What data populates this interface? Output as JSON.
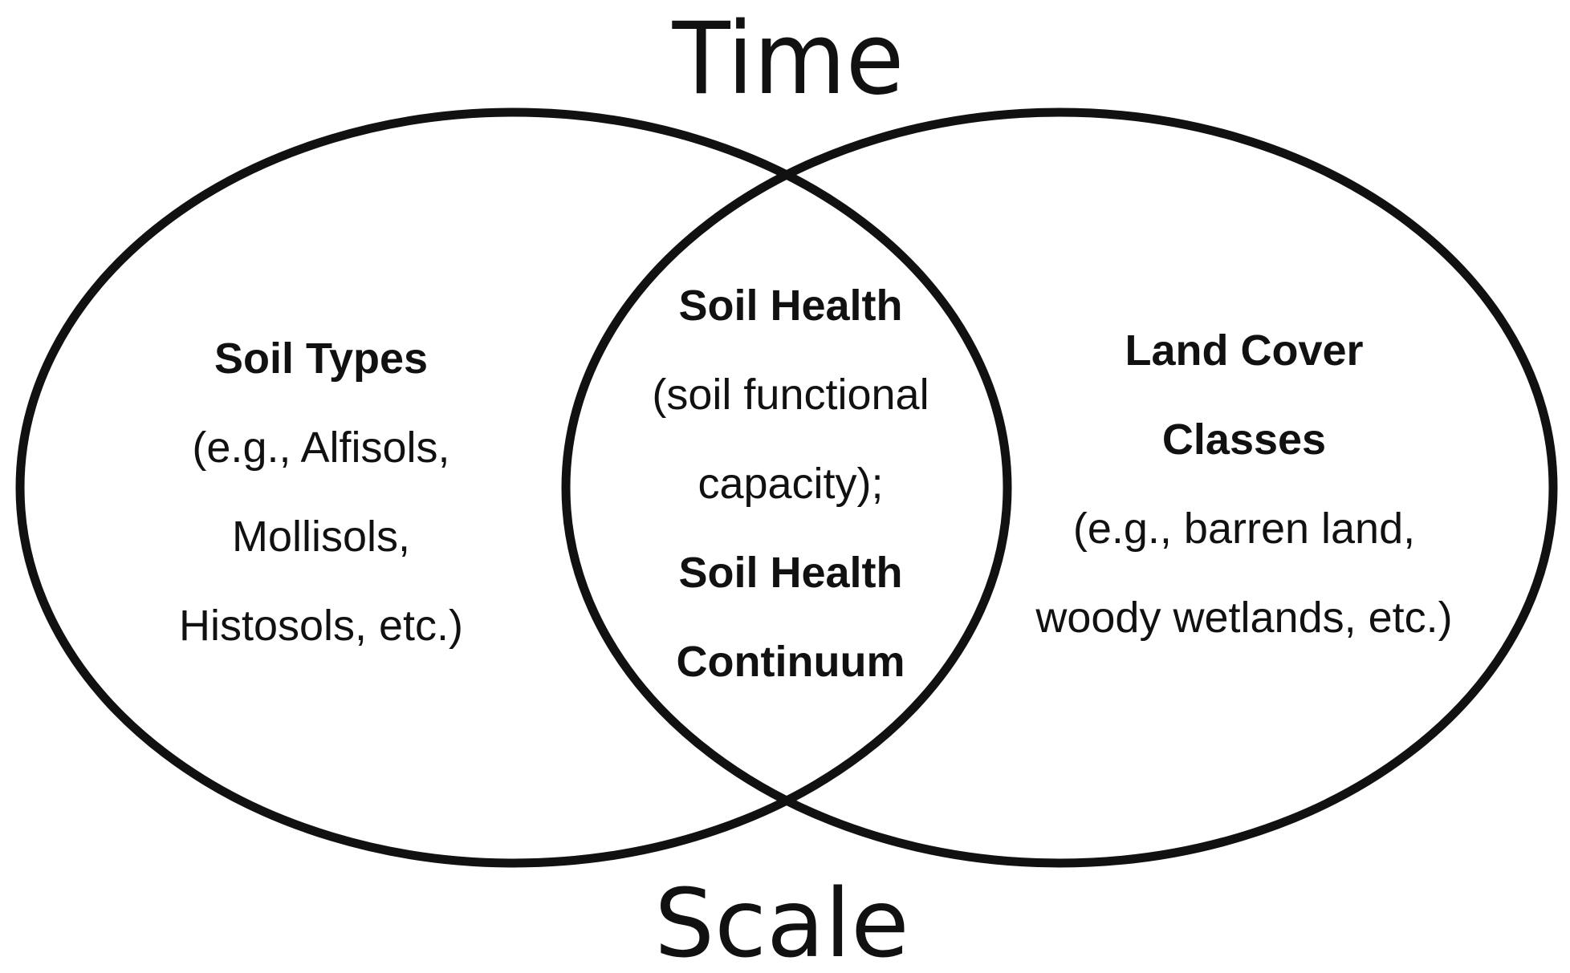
{
  "diagram": {
    "top_label": "Time",
    "bottom_label": "Scale",
    "left_set": {
      "title": "Soil Types",
      "examples": [
        "(e.g., Alfisols,",
        "Mollisols,",
        "Histosols, etc.)"
      ]
    },
    "intersection": {
      "title": "Soil Health",
      "description": [
        "(soil functional",
        "capacity);"
      ],
      "subtitle": [
        "Soil Health",
        "Continuum"
      ]
    },
    "right_set": {
      "title": [
        "Land Cover",
        "Classes"
      ],
      "examples": [
        "(e.g., barren land,",
        "woody wetlands, etc.)"
      ]
    },
    "colors": {
      "outline": "#111111",
      "background": "#ffffff"
    }
  }
}
